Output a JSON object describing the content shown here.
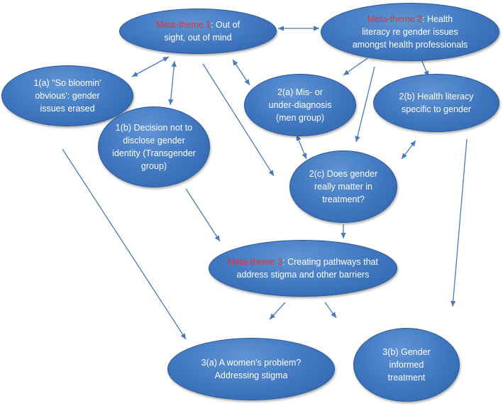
{
  "nodes": [
    {
      "id": "mt1",
      "highlight": "Meta-theme 1",
      "text": ": Out of\nsight, out of mind"
    },
    {
      "id": "mt2",
      "highlight": "Meta-theme 2",
      "text": ": Health\nliteracy re gender issues\namongst health professionals"
    },
    {
      "id": "n1a",
      "highlight": "",
      "text": "1(a) \"So bloomin'\nobvious': gender\nissues erased"
    },
    {
      "id": "n1b",
      "highlight": "",
      "text": "1(b) Decision not to\ndisclose gender\nidentity (Transgender\ngroup)"
    },
    {
      "id": "n2a",
      "highlight": "",
      "text": "2(a) Mis- or\nunder-diagnosis\n(men group)"
    },
    {
      "id": "n2b",
      "highlight": "",
      "text": "2(b) Health literacy\nspecific to gender"
    },
    {
      "id": "n2c",
      "highlight": "",
      "text": "2(c) Does gender\nreally matter in\ntreatment?"
    },
    {
      "id": "mt3",
      "highlight": "Meta-theme 3",
      "text": ": Creating pathways that\naddress stigma and other barriers"
    },
    {
      "id": "n3a",
      "highlight": "",
      "text": "3(a) A women's problem?\nAddressing stigma"
    },
    {
      "id": "n3b",
      "highlight": "",
      "text": "3(b) Gender\ninformed\ntreatment"
    }
  ],
  "edges": [
    {
      "from": "mt1",
      "to": "mt2",
      "bidirectional": true
    },
    {
      "from": "mt1",
      "to": "n1a",
      "bidirectional": true
    },
    {
      "from": "mt1",
      "to": "n1b",
      "bidirectional": true
    },
    {
      "from": "mt1",
      "to": "n2a",
      "bidirectional": true
    },
    {
      "from": "mt1",
      "to": "n2c",
      "bidirectional": false
    },
    {
      "from": "mt2",
      "to": "n2a",
      "bidirectional": false
    },
    {
      "from": "mt2",
      "to": "n2b",
      "bidirectional": false
    },
    {
      "from": "mt2",
      "to": "n2c",
      "bidirectional": false
    },
    {
      "from": "n2a",
      "to": "n2c",
      "bidirectional": true
    },
    {
      "from": "n2b",
      "to": "n2c",
      "bidirectional": true
    },
    {
      "from": "n2c",
      "to": "mt3",
      "bidirectional": false
    },
    {
      "from": "n1b",
      "to": "mt3",
      "bidirectional": false
    },
    {
      "from": "n1a",
      "to": "n3a",
      "bidirectional": false
    },
    {
      "from": "n2b",
      "to": "mt3",
      "bidirectional": false
    },
    {
      "from": "mt3",
      "to": "n3a",
      "bidirectional": false
    },
    {
      "from": "mt3",
      "to": "n3b",
      "bidirectional": false
    }
  ],
  "colors": {
    "node_fill": "#4a7fc4",
    "node_text": "#ffffff",
    "highlight_text": "#e8302a",
    "arrow": "#4a7ab8"
  }
}
